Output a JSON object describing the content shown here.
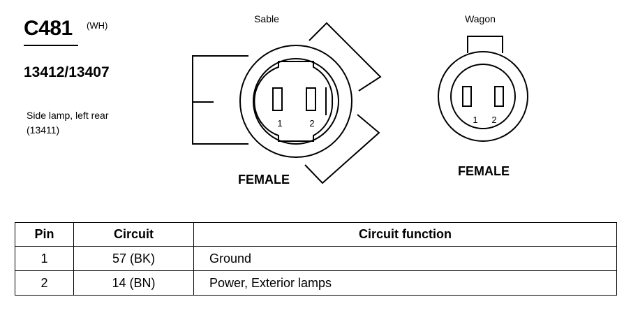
{
  "connector": {
    "id": "C481",
    "color_code": "(WH)",
    "part_number": "13412/13407",
    "description_line1": "Side lamp, left rear",
    "description_line2": "(13411)"
  },
  "views": [
    {
      "title": "Sable",
      "gender": "FEMALE",
      "pins": [
        "1",
        "2"
      ]
    },
    {
      "title": "Wagon",
      "gender": "FEMALE",
      "pins": [
        "1",
        "2"
      ]
    }
  ],
  "table": {
    "headers": [
      "Pin",
      "Circuit",
      "Circuit function"
    ],
    "rows": [
      [
        "1",
        "57 (BK)",
        "Ground"
      ],
      [
        "2",
        "14 (BN)",
        "Power, Exterior lamps"
      ]
    ]
  }
}
